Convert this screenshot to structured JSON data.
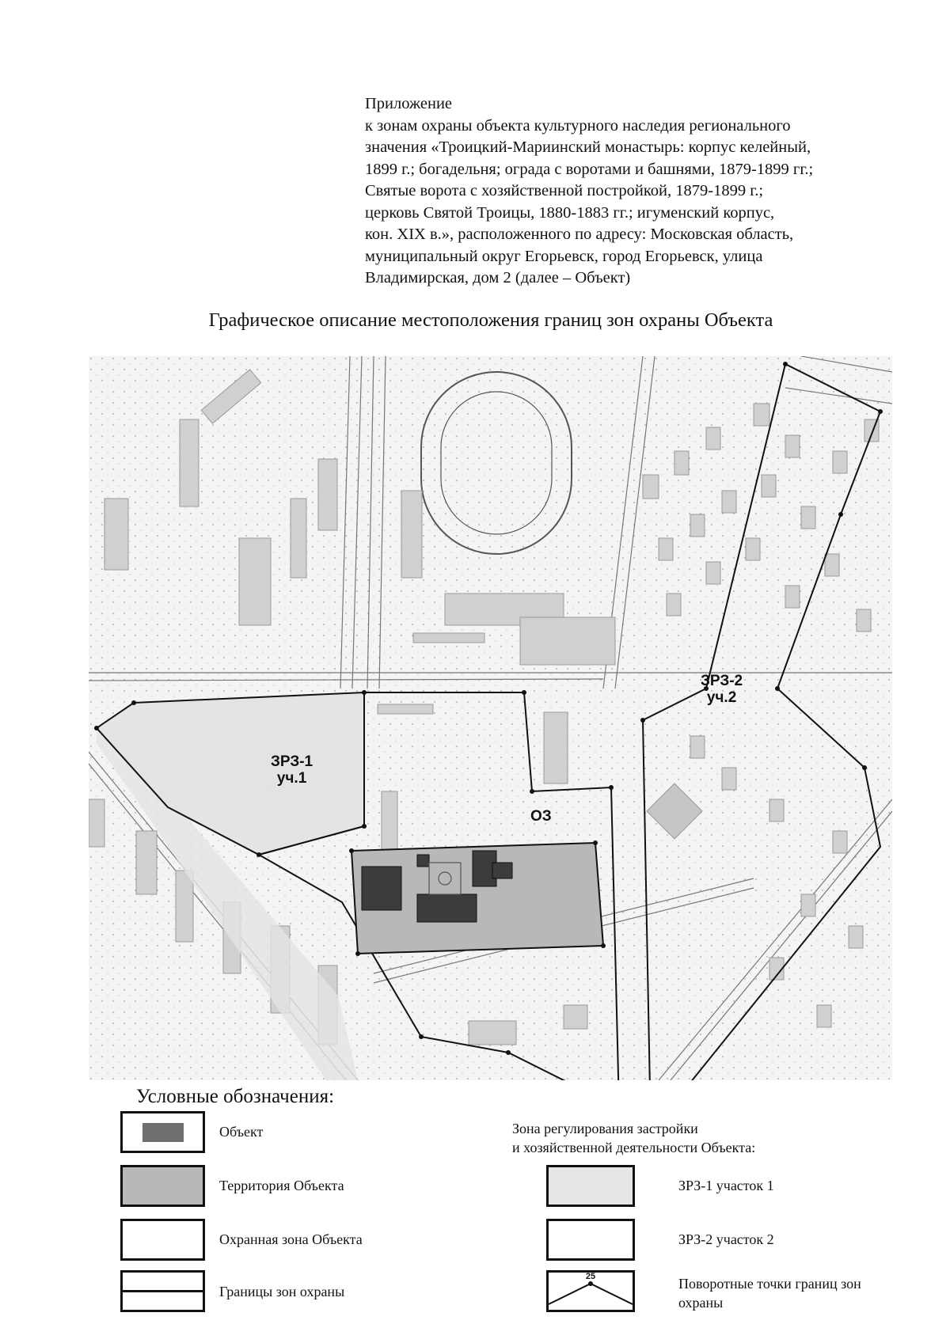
{
  "header": {
    "lines": [
      "Приложение",
      "к зонам охраны объекта культурного наследия регионального",
      "значения «Троицкий-Мариинский монастырь: корпус келейный,",
      "1899 г.; богадельня; ограда с воротами и башнями, 1879-1899 гг.;",
      "Святые ворота с хозяйственной постройкой, 1879-1899 г.;",
      "церковь Святой Троицы, 1880-1883 гг.; игуменский корпус,",
      "кон. XIX в.», расположенного по адресу: Московская область,",
      "муниципальный округ Егорьевск, город Егорьевск, улица",
      "Владимирская, дом 2 (далее – Объект)"
    ]
  },
  "title": "Графическое описание местоположения границ зон охраны Объекта",
  "map": {
    "zone_labels": {
      "zrz1": [
        "ЗРЗ-1",
        "уч.1"
      ],
      "zrz2": [
        "ЗРЗ-2",
        "уч.2"
      ],
      "oz": "ОЗ"
    }
  },
  "legend": {
    "title": "Условные обозначения:",
    "subtitle": [
      "Зона регулирования застройки",
      "и хозяйственной деятельности Объекта:"
    ],
    "items": {
      "object": "Объект",
      "territory": "Территория Объекта",
      "protection_zone": "Охранная зона Объекта",
      "boundaries": "Границы зон охраны",
      "zrz1": "ЗРЗ-1 участок 1",
      "zrz2": "ЗРЗ-2 участок 2",
      "turning_points": [
        "Поворотные точки границ зон",
        "охраны"
      ],
      "turning_point_number": "25"
    }
  },
  "colors": {
    "object_fill": "#6f6f6f",
    "territory_fill": "#b8b8b8",
    "zrz1_fill": "#e6e6e6",
    "line": "#111111"
  }
}
